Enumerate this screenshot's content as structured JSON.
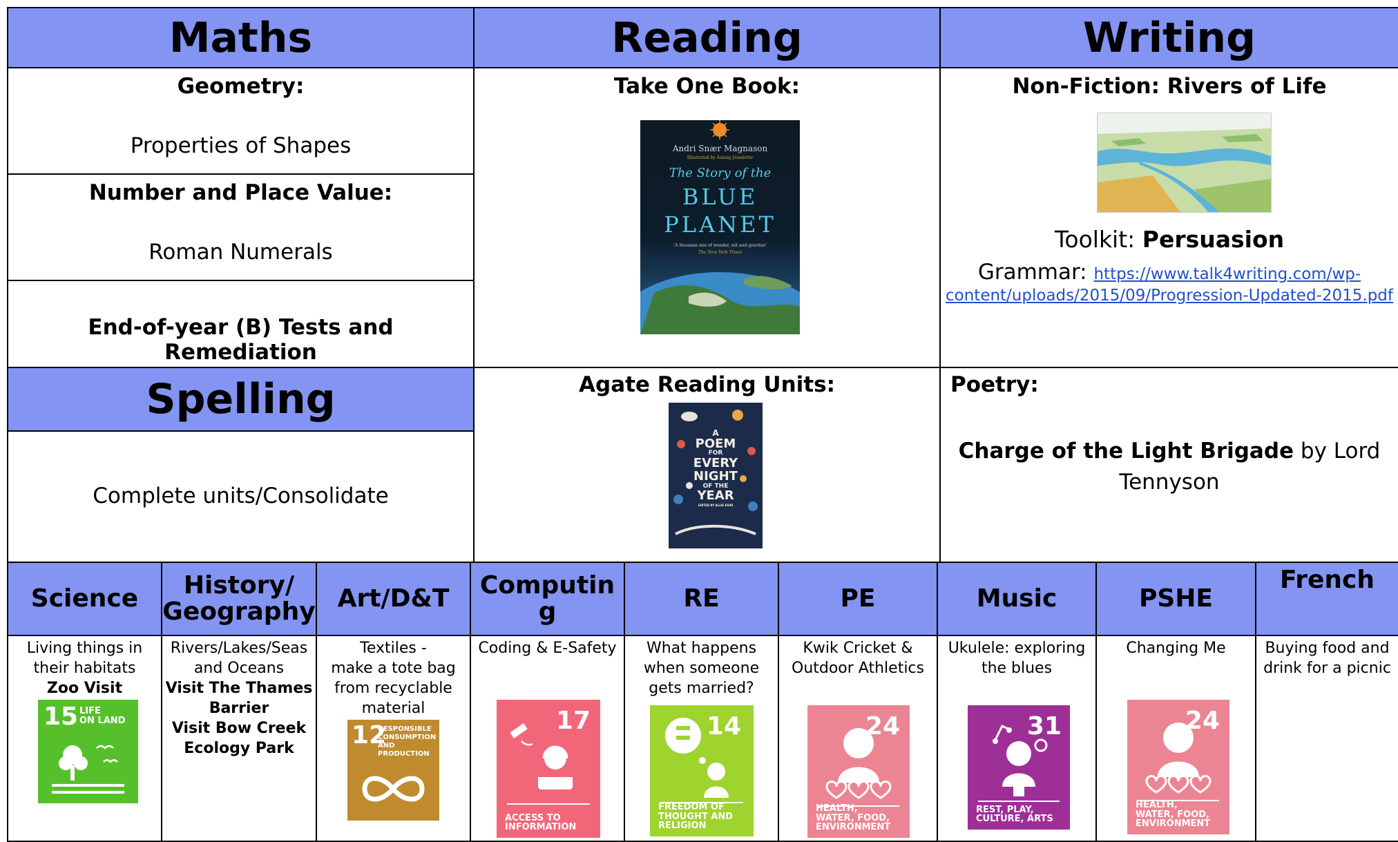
{
  "colors": {
    "header_bg": "#8394f2",
    "link": "#1f4fd1",
    "sdg15": "#56c02b",
    "sdg12": "#bf8b2e",
    "sdg17_tile": "#f2667a",
    "sdg14_tile": "#9fd32e",
    "sdg24_tile": "#ec8593",
    "sdg31_tile": "#9e2f97"
  },
  "maths": {
    "title": "Maths",
    "geometry_heading": "Geometry:",
    "geometry_topic": "Properties of Shapes",
    "number_heading": "Number and Place Value:",
    "number_topic": "Roman Numerals",
    "tests": "End-of-year (B) Tests and Remediation"
  },
  "reading": {
    "title": "Reading",
    "take_one_book": "Take One Book:",
    "book1": {
      "author": "Andri Snær Magnason",
      "illustrator": "Illustrated by Áslaug Jónsdóttir",
      "title_line1": "The Story of the",
      "title_line2": "BLUE",
      "title_line3": "PLANET",
      "quote": "'A Seussian mix of wonder, wit and gravitas'",
      "quote_source": "The New York Times"
    },
    "agate_heading": "Agate Reading Units:",
    "book2": {
      "line1": "A",
      "line2": "POEM",
      "line3": "FOR",
      "line4": "EVERY",
      "line5": "NIGHT",
      "line6": "OF THE",
      "line7": "YEAR",
      "editor": "EDITED BY ALLIE ESIRI"
    }
  },
  "writing": {
    "title": "Writing",
    "nonfiction_heading": "Non-Fiction: Rivers of Life",
    "toolkit_label": "Toolkit: ",
    "toolkit_value": "Persuasion",
    "grammar_label": "Grammar: ",
    "grammar_link_line1": "https://www.talk4writing.com/wp-",
    "grammar_link_line2": "content/uploads/2015/09/Progression-Updated-2015.pdf",
    "poetry_heading": "Poetry:",
    "poem_title": "Charge of the Light Brigade",
    "poem_by_line1": " by Lord",
    "poem_by_line2": "Tennyson"
  },
  "spelling": {
    "title": "Spelling",
    "content": "Complete units/Consolidate"
  },
  "subjects": [
    {
      "title": "Science",
      "lines": [
        "Living things in",
        "their habitats"
      ],
      "bold_lines": [
        "Zoo Visit"
      ]
    },
    {
      "title_line1": "History/",
      "title_line2": "Geography",
      "lines": [
        "Rivers/Lakes/Seas",
        "and Oceans"
      ],
      "bold_lines": [
        "Visit The Thames",
        "Barrier",
        "Visit Bow Creek",
        "Ecology Park"
      ]
    },
    {
      "title": "Art/D&T",
      "lines": [
        "Textiles -",
        "make a tote bag",
        "from recyclable",
        "material"
      ]
    },
    {
      "title_line1": "Computin",
      "title_line2": "g",
      "lines": [
        "Coding & E-Safety"
      ]
    },
    {
      "title": "RE",
      "lines": [
        "What happens",
        "when someone",
        "gets married?"
      ]
    },
    {
      "title": "PE",
      "lines": [
        "Kwik Cricket &",
        "Outdoor Athletics"
      ]
    },
    {
      "title": "Music",
      "lines": [
        "Ukulele: exploring",
        "the blues"
      ]
    },
    {
      "title": "PSHE",
      "lines": [
        "Changing Me"
      ]
    },
    {
      "title": "French",
      "lines": [
        "Buying food and",
        "drink for a picnic"
      ]
    }
  ],
  "sdg_tiles": {
    "t15": {
      "num": "15",
      "text1": "LIFE",
      "text2": "ON LAND"
    },
    "t12": {
      "num": "12",
      "text1": "RESPONSIBLE",
      "text2": "CONSUMPTION",
      "text3": "AND PRODUCTION"
    },
    "t17": {
      "num": "17",
      "cap1": "ACCESS TO",
      "cap2": "INFORMATION"
    },
    "t14": {
      "num": "14",
      "cap1": "FREEDOM OF",
      "cap2": "THOUGHT AND",
      "cap3": "RELIGION"
    },
    "t24a": {
      "num": "24",
      "cap1": "HEALTH,",
      "cap2": "WATER, FOOD,",
      "cap3": "ENVIRONMENT"
    },
    "t31": {
      "num": "31",
      "cap1": "REST, PLAY,",
      "cap2": "CULTURE, ARTS"
    },
    "t24b": {
      "num": "24",
      "cap1": "HEALTH,",
      "cap2": "WATER, FOOD,",
      "cap3": "ENVIRONMENT"
    }
  }
}
